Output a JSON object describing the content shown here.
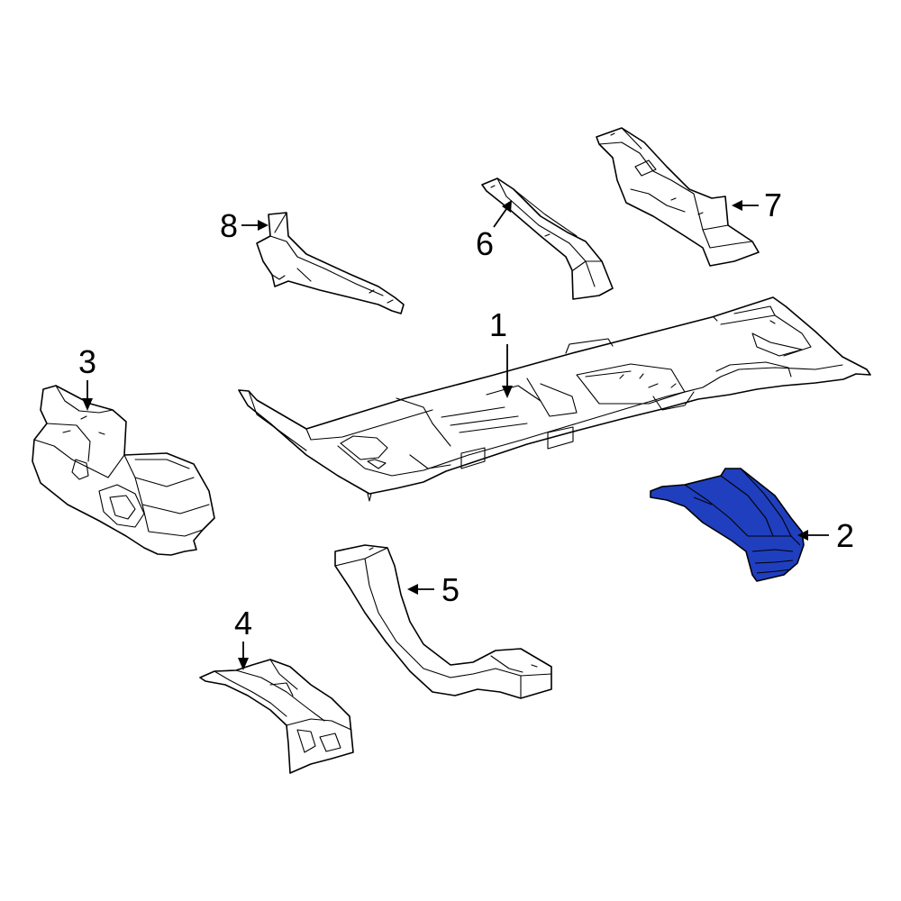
{
  "colors": {
    "background": "#ffffff",
    "outline": "#000000",
    "highlight": "#1f3fbf"
  },
  "highlighted_part": "2",
  "callouts": [
    {
      "id": "c1",
      "label": "1"
    },
    {
      "id": "c2",
      "label": "2"
    },
    {
      "id": "c3",
      "label": "3"
    },
    {
      "id": "c4",
      "label": "4"
    },
    {
      "id": "c5",
      "label": "5"
    },
    {
      "id": "c6",
      "label": "6"
    },
    {
      "id": "c7",
      "label": "7"
    },
    {
      "id": "c8",
      "label": "8"
    }
  ]
}
